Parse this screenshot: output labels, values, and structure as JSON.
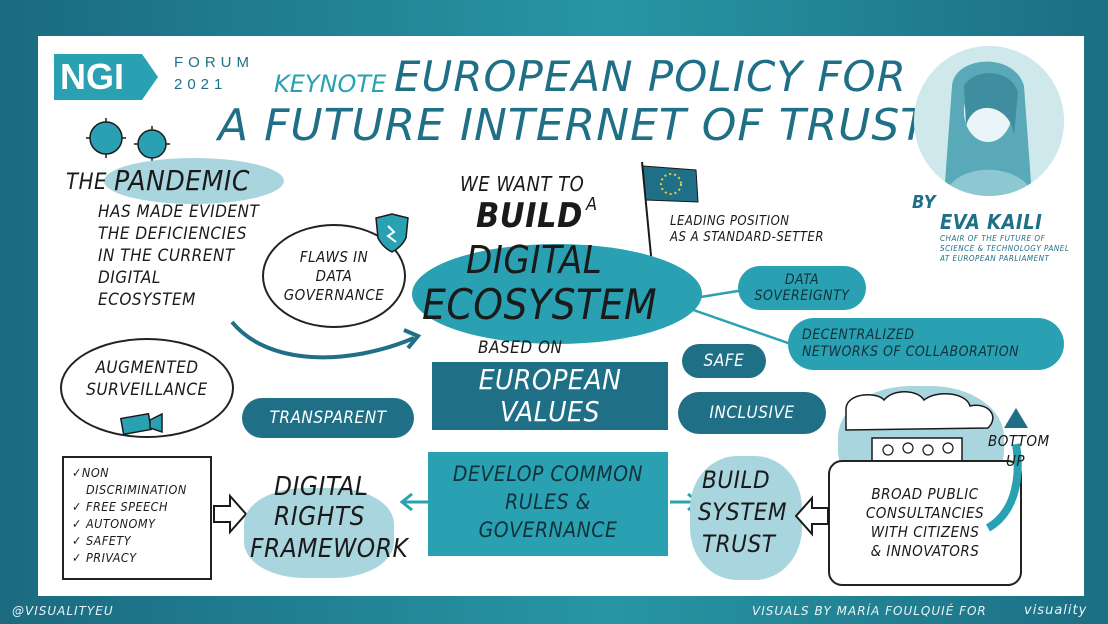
{
  "logo": {
    "ngi": "NGI",
    "forum": "FORUM",
    "year": "2021"
  },
  "title": {
    "keynote": "KEYNOTE",
    "line1": "EUROPEAN POLICY FOR",
    "line2": "A FUTURE INTERNET OF TRUST"
  },
  "speaker": {
    "by": "BY",
    "name": "EVA KAILI",
    "role": "CHAIR OF THE FUTURE OF SCIENCE & TECHNOLOGY PANEL AT EUROPEAN PARLIAMENT"
  },
  "pandemic": {
    "the": "THE",
    "word": "PANDEMIC",
    "line1": "HAS MADE EVIDENT",
    "line2": "THE DEFICIENCIES",
    "line3": "IN THE CURRENT",
    "line4": "DIGITAL",
    "line5": "ECOSYSTEM"
  },
  "flaws": {
    "line1": "FLAWS IN",
    "line2": "DATA",
    "line3": "GOVERNANCE"
  },
  "surveillance": {
    "line1": "AUGMENTED",
    "line2": "SURVEILLANCE"
  },
  "center": {
    "want": "WE WANT TO",
    "build": "BUILD",
    "a": "A",
    "digital": "DIGITAL",
    "ecosystem": "ECOSYSTEM",
    "based_on": "BASED ON",
    "european": "EUROPEAN",
    "values": "VALUES"
  },
  "leading": {
    "line1": "LEADING POSITION",
    "line2": "AS A STANDARD-SETTER"
  },
  "branches": {
    "data_sov_1": "DATA",
    "data_sov_2": "SOVEREIGNTY",
    "decentral_1": "DECENTRALIZED",
    "decentral_2": "NETWORKS OF COLLABORATION"
  },
  "values_tags": {
    "safe": "SAFE",
    "transparent": "TRANSPARENT",
    "inclusive": "INCLUSIVE"
  },
  "rights_list": [
    "✓NON",
    "DISCRIMINATION",
    "✓ FREE SPEECH",
    "✓ AUTONOMY",
    "✓ SAFETY",
    "✓ PRIVACY"
  ],
  "rights": {
    "line1": "DIGITAL",
    "line2": "RIGHTS",
    "line3": "FRAMEWORK"
  },
  "develop": {
    "line1": "DEVELOP COMMON",
    "line2": "RULES &",
    "line3": "GOVERNANCE"
  },
  "trust": {
    "line1": "BUILD",
    "line2": "SYSTEM",
    "line3": "TRUST"
  },
  "consult": {
    "line1": "BROAD PUBLIC",
    "line2": "CONSULTANCIES",
    "line3": "WITH CITIZENS",
    "line4": "& INNOVATORS"
  },
  "bottom_up": {
    "line1": "BOTTOM",
    "line2": "UP"
  },
  "footer": {
    "left": "@VISUALITYEU",
    "right": "VISUALS BY MARÍA FOULQUIÉ FOR",
    "brand": "visuality"
  },
  "colors": {
    "teal_dark": "#1f6f86",
    "teal_light": "#2aa1b2",
    "teal_pale": "#a9d6de",
    "ink": "#1a1a1a"
  }
}
